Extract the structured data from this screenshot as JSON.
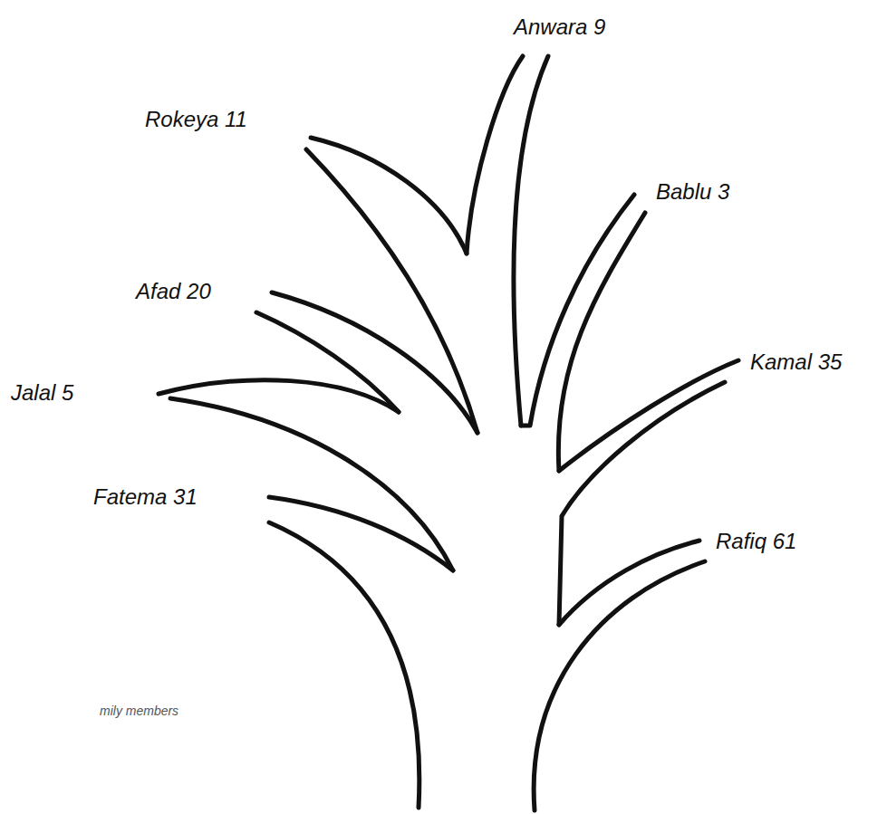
{
  "diagram": {
    "caption": "mily members",
    "labels": [
      "Anwara 9",
      "Rokeya 11",
      "Bablu 3",
      "Afad 20",
      "Kamal 35",
      "Jalal 5",
      "Fatema 31",
      "Rafiq 61"
    ]
  }
}
